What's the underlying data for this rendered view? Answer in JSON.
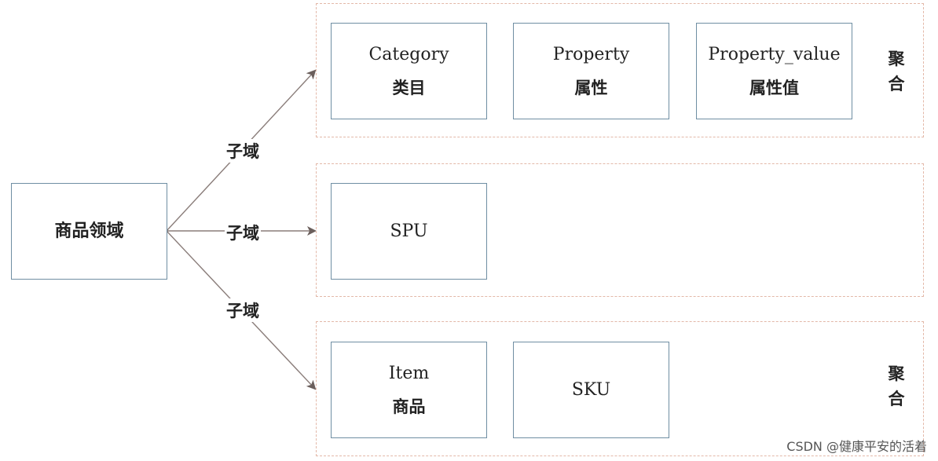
{
  "root": {
    "label": "商品领域"
  },
  "edges": {
    "label1": "子域",
    "label2": "子域",
    "label3": "子域"
  },
  "group_top": {
    "aggregate_label": [
      "聚",
      "合"
    ],
    "nodes": [
      {
        "en": "Category",
        "zh": "类目"
      },
      {
        "en": "Property",
        "zh": "属性"
      },
      {
        "en": "Property_value",
        "zh": "属性值"
      }
    ]
  },
  "group_middle": {
    "nodes": [
      {
        "en": "SPU"
      }
    ]
  },
  "group_bottom": {
    "aggregate_label": [
      "聚",
      "合"
    ],
    "nodes": [
      {
        "en": "Item",
        "zh": "商品"
      },
      {
        "en": "SKU"
      }
    ]
  },
  "watermark": "CSDN @健康平安的活着",
  "colors": {
    "box_border": "#6f8ea3",
    "group_border": "#e3b8a8",
    "arrow": "#8a7d7a"
  }
}
